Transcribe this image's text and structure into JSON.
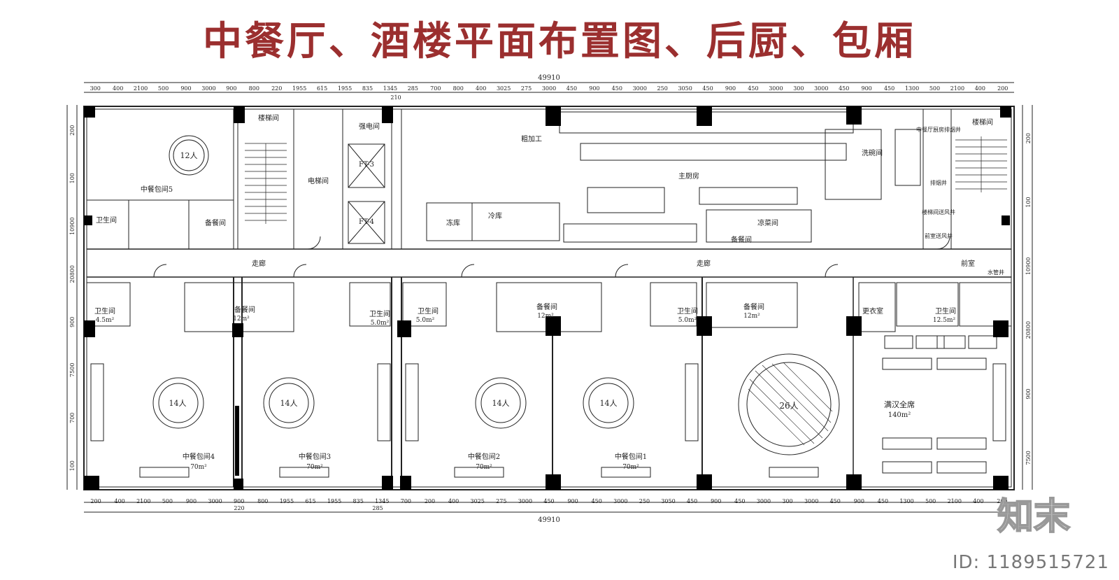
{
  "title": "中餐厅、酒楼平面布置图、后厨、包厢",
  "total_width": "49910",
  "dims_top": [
    "300",
    "400",
    "2100",
    "500",
    "900",
    "3000",
    "900",
    "800",
    "220",
    "1955",
    "615",
    "1955",
    "835",
    "1345",
    "285",
    "700",
    "800",
    "400",
    "3025",
    "275",
    "3000",
    "450",
    "900",
    "450",
    "3000",
    "250",
    "3050",
    "450",
    "900",
    "450",
    "3000",
    "300",
    "3000",
    "450",
    "900",
    "450",
    "1300",
    "500",
    "2100",
    "400",
    "200"
  ],
  "dims_top_small": "210",
  "dims_bottom": [
    "200",
    "400",
    "2100",
    "500",
    "900",
    "3000",
    "900",
    "800",
    "1955",
    "615",
    "1955",
    "835",
    "1345",
    "700",
    "200",
    "400",
    "3025",
    "275",
    "3000",
    "450",
    "900",
    "450",
    "3000",
    "250",
    "3050",
    "450",
    "900",
    "450",
    "3000",
    "300",
    "3000",
    "450",
    "900",
    "450",
    "1300",
    "500",
    "2100",
    "400",
    "200"
  ],
  "dims_bottom_small": [
    "220",
    "285"
  ],
  "dims_left": [
    "200",
    "100",
    "10900",
    "20800",
    "900",
    "7500",
    "700",
    "100"
  ],
  "dims_right": [
    "200",
    "100",
    "10900",
    "20800",
    "900",
    "7500"
  ],
  "rooms": {
    "vip5": "中餐包间5",
    "vip5_table": "12人",
    "stair_left": "楼梯间",
    "elevator": "电梯间",
    "power_room": "强电间",
    "ft3": "FT-3",
    "ft4": "FT-4",
    "service_left": "备餐间",
    "wc_top_left": "卫生间",
    "prep": "粗加工",
    "main_kitchen": "主厨房",
    "freezer": "冻库",
    "cold_store": "冷库",
    "cold_dish": "凉菜间",
    "service_kitchen": "备餐间",
    "dishwash": "洗碗间",
    "stair_right": "楼梯间",
    "kitchen_exhaust": "中餐厅厨房排烟井",
    "exhaust": "排烟井",
    "stair_pressure": "楼梯间送风井",
    "front_room_air": "前室送风井",
    "corridor_left": "走廊",
    "corridor_right": "走廊",
    "front_room": "前室",
    "water_shaft": "水管井",
    "wc4": "卫生间",
    "wc4_area": "4.5m²",
    "service4": "备餐间",
    "service4_area": "12m²",
    "wc3": "卫生间",
    "wc3_area": "5.0m²",
    "wc2": "卫生间",
    "wc2_area": "5.0m²",
    "service2": "备餐间",
    "service2_area": "12m²",
    "wc1": "卫生间",
    "wc1_area": "5.0m²",
    "service1": "备餐间",
    "service1_area": "12m²",
    "locker": "更衣室",
    "wc_right": "卫生间",
    "wc_right_area": "12.5m²",
    "vip4": "中餐包间4",
    "vip4_area": "70m²",
    "vip4_table": "14人",
    "vip3": "中餐包间3",
    "vip3_area": "70m²",
    "vip3_table": "14人",
    "vip2": "中餐包间2",
    "vip2_area": "70m²",
    "vip2_table": "14人",
    "vip1": "中餐包间1",
    "vip1_area": "70m²",
    "vip1_table": "14人",
    "banquet": "满汉全席",
    "banquet_area": "140m²",
    "banquet_table": "26人"
  },
  "logo_text": "知末",
  "id_text": "ID: 1189515721",
  "colors": {
    "title": "#9b2f2f",
    "line": "#222222",
    "column": "#000000"
  }
}
